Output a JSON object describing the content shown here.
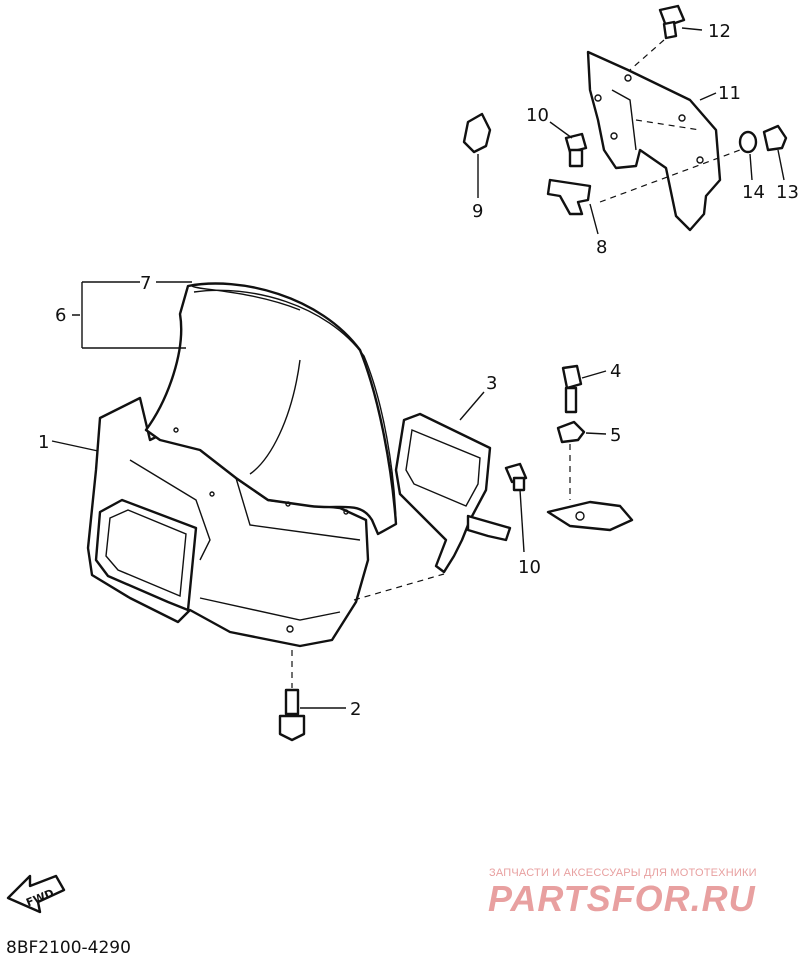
{
  "diagram": {
    "callouts": [
      {
        "id": "c1",
        "text": "1"
      },
      {
        "id": "c2",
        "text": "2"
      },
      {
        "id": "c3",
        "text": "3"
      },
      {
        "id": "c4",
        "text": "4"
      },
      {
        "id": "c5",
        "text": "5"
      },
      {
        "id": "c6",
        "text": "6"
      },
      {
        "id": "c7",
        "text": "7"
      },
      {
        "id": "c8",
        "text": "8"
      },
      {
        "id": "c9",
        "text": "9"
      },
      {
        "id": "c10a",
        "text": "10"
      },
      {
        "id": "c10b",
        "text": "10"
      },
      {
        "id": "c11",
        "text": "11"
      },
      {
        "id": "c12",
        "text": "12"
      },
      {
        "id": "c13",
        "text": "13"
      },
      {
        "id": "c14",
        "text": "14"
      }
    ],
    "fwd_label": "FWD",
    "diagram_code": "8BF2100-4290"
  },
  "watermark": {
    "tagline": "ЗАПЧАСТИ И АКСЕССУАРЫ ДЛЯ МОТОТЕХНИКИ",
    "logo_text": "PARTSFOR.RU",
    "color": "#e8a0a0"
  }
}
